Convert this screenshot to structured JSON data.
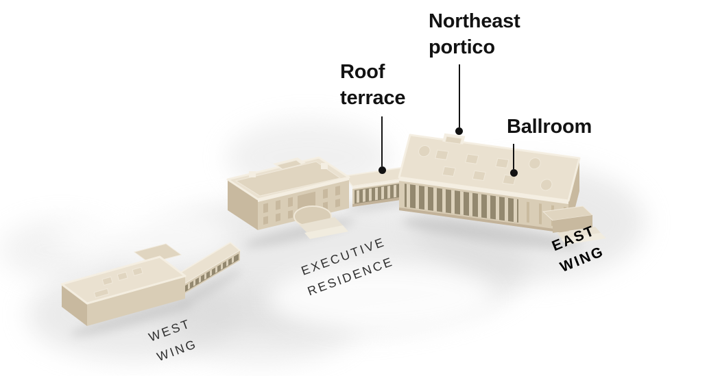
{
  "colors": {
    "background": "#ffffff",
    "callout_text": "#121212",
    "callout_line": "#121212",
    "area_text": "#2e2e2e",
    "east_wing_text": "#000000",
    "building_roof": "#eae1d0",
    "building_wall": "#d9cdb6",
    "building_wall_dark": "#c8b99f",
    "building_trim": "#f4eee2",
    "ground_wash": "#d6d6d6"
  },
  "callouts": [
    {
      "id": "roof-terrace",
      "lines": [
        "Roof",
        "terrace"
      ]
    },
    {
      "id": "northeast-portico",
      "lines": [
        "Northeast",
        "portico"
      ]
    },
    {
      "id": "ballroom",
      "lines": [
        "Ballroom"
      ]
    }
  ],
  "area_labels": [
    {
      "id": "west-wing",
      "lines": [
        "WEST",
        "WING"
      ]
    },
    {
      "id": "executive-residence",
      "lines": [
        "EXECUTIVE",
        "RESIDENCE"
      ]
    },
    {
      "id": "east-wing",
      "lines": [
        "EAST",
        "WING"
      ]
    }
  ]
}
